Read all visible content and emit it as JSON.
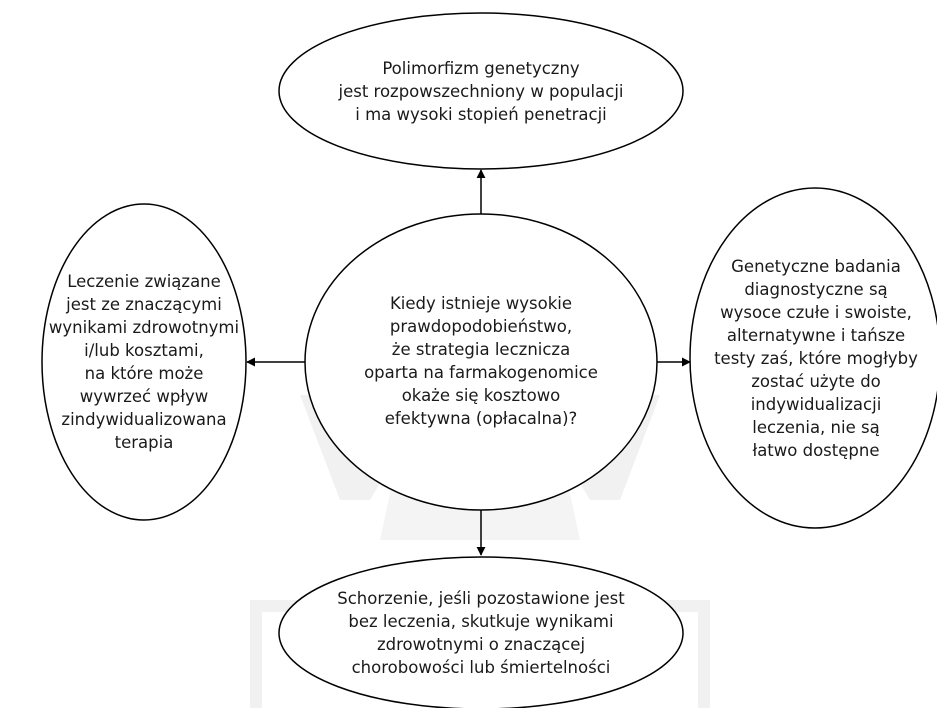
{
  "colors": {
    "stroke": "#000000",
    "text": "#1a1a1a",
    "background": "#ffffff",
    "watermark": "#f1f1f1"
  },
  "nodes": {
    "top": {
      "lines": [
        "Polimorfizm genetyczny",
        "jest rozpowszechniony w populacji",
        "i ma wysoki stopień penetracji"
      ]
    },
    "left": {
      "lines": [
        "Leczenie związane",
        "jest ze znaczącymi",
        "wynikami zdrowotnymi",
        "i/lub kosztami,",
        "na które może",
        "wywrzeć wpływ",
        "zindywidualizowana",
        "terapia"
      ]
    },
    "center": {
      "lines": [
        "Kiedy istnieje wysokie",
        "prawdopodobieństwo,",
        "że strategia lecznicza",
        "oparta na farmakogenomice",
        "okaże się kosztowo",
        "efektywna (opłacalna)?"
      ]
    },
    "right": {
      "lines": [
        "Genetyczne badania",
        "diagnostyczne są",
        "wysoce czułe i swoiste,",
        "alternatywne i tańsze",
        "testy zaś, które mogłyby",
        "zostać użyte do",
        "indywidualizacji",
        "leczenia, nie są",
        "łatwo dostępne"
      ]
    },
    "bottom": {
      "lines": [
        "Schorzenie, jeśli pozostawione jest",
        "bez leczenia, skutkuje wynikami",
        "zdrowotnymi o znaczącej",
        "chorobowości lub śmiertelności"
      ]
    }
  }
}
